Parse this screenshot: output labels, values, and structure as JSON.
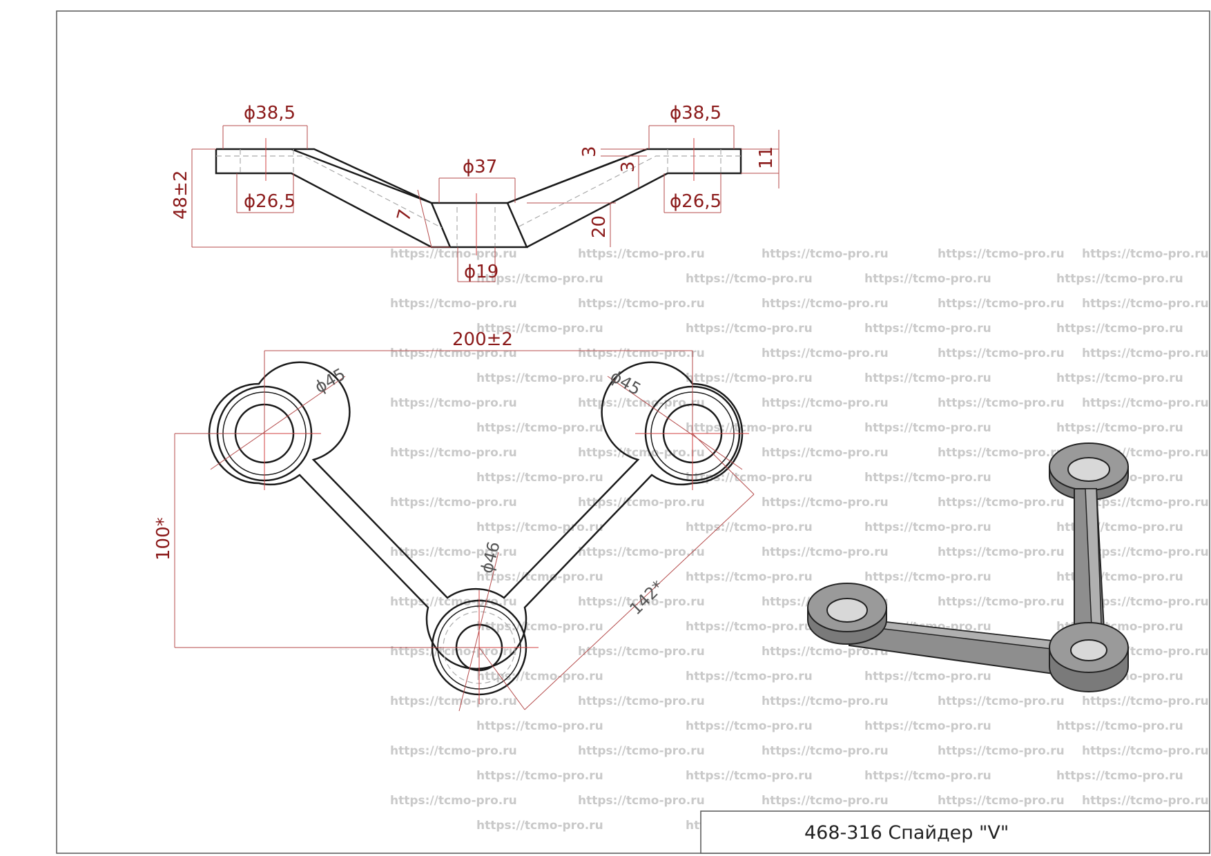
{
  "title_block": {
    "text": "468-316 Спайдер \"V\""
  },
  "watermark": {
    "text": "https://tcmo-pro.ru"
  },
  "side_view_dims": {
    "d_top_left": "ϕ38,5",
    "d_top_right": "ϕ38,5",
    "d_bottom_left": "ϕ26,5",
    "d_bottom_right": "ϕ26,5",
    "d_center_top": "ϕ37",
    "d_center_bottom": "ϕ19",
    "height": "48±2",
    "plate_thickness": "11",
    "step_a": "3",
    "step_b": "3",
    "hub_depth": "7",
    "hub_height": "20"
  },
  "plan_view_dims": {
    "span": "200±2",
    "depth": "100*",
    "arm_length": "142*",
    "d_left": "ϕ45",
    "d_right": "ϕ45",
    "d_center": "ϕ46"
  },
  "colors": {
    "dimension": "#8b1a1a",
    "outline": "#1a1a1a",
    "watermark": "#c9c9c9",
    "render_fill": "#8e8e8e"
  }
}
